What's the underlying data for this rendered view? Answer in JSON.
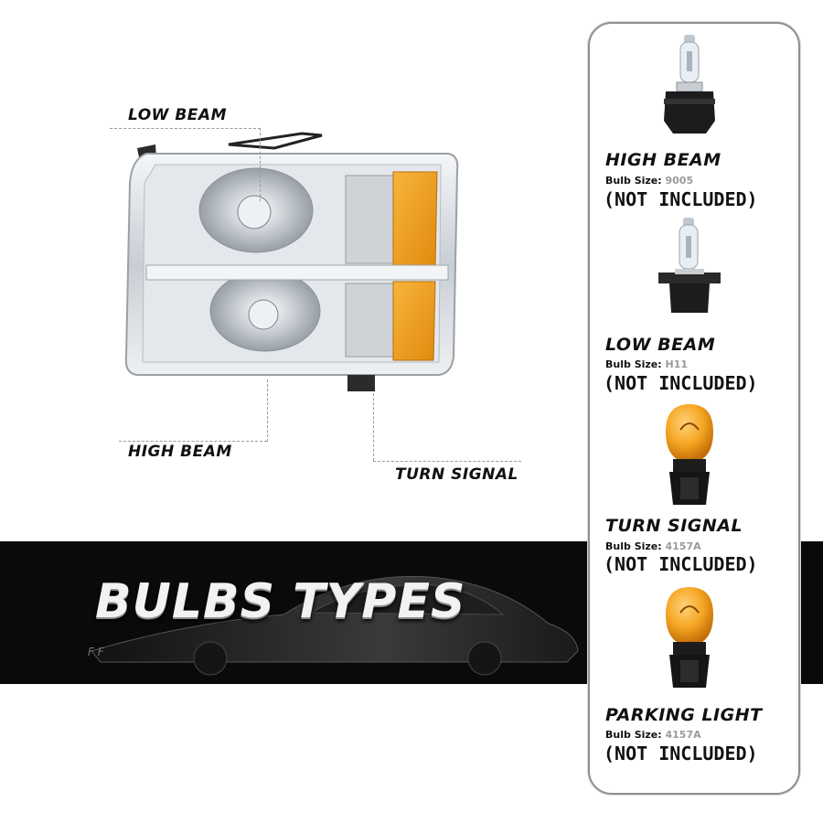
{
  "callouts": {
    "low_beam": "LOW BEAM",
    "high_beam": "HIGH BEAM",
    "turn_signal": "TURN SIGNAL"
  },
  "banner": {
    "title": "BULBS TYPES",
    "sub": "F F"
  },
  "bulbs": [
    {
      "name": "HIGH BEAM",
      "size_label": "Bulb Size:",
      "size_value": "9005",
      "note": "(NOT INCLUDED)",
      "icon": "halogen-bulb-9005-icon"
    },
    {
      "name": "LOW BEAM",
      "size_label": "Bulb Size:",
      "size_value": "H11",
      "note": "(NOT INCLUDED)",
      "icon": "halogen-bulb-h11-icon"
    },
    {
      "name": "TURN SIGNAL",
      "size_label": "Bulb Size:",
      "size_value": "4157A",
      "note": "(NOT INCLUDED)",
      "icon": "amber-bulb-4157a-icon"
    },
    {
      "name": "PARKING LIGHT",
      "size_label": "Bulb Size:",
      "size_value": "4157A",
      "note": "(NOT INCLUDED)",
      "icon": "amber-bulb-4157a-icon"
    }
  ],
  "colors": {
    "amber": "#f5a623",
    "chrome": "#d9dde2",
    "banner_bg": "#0a0a0a"
  }
}
